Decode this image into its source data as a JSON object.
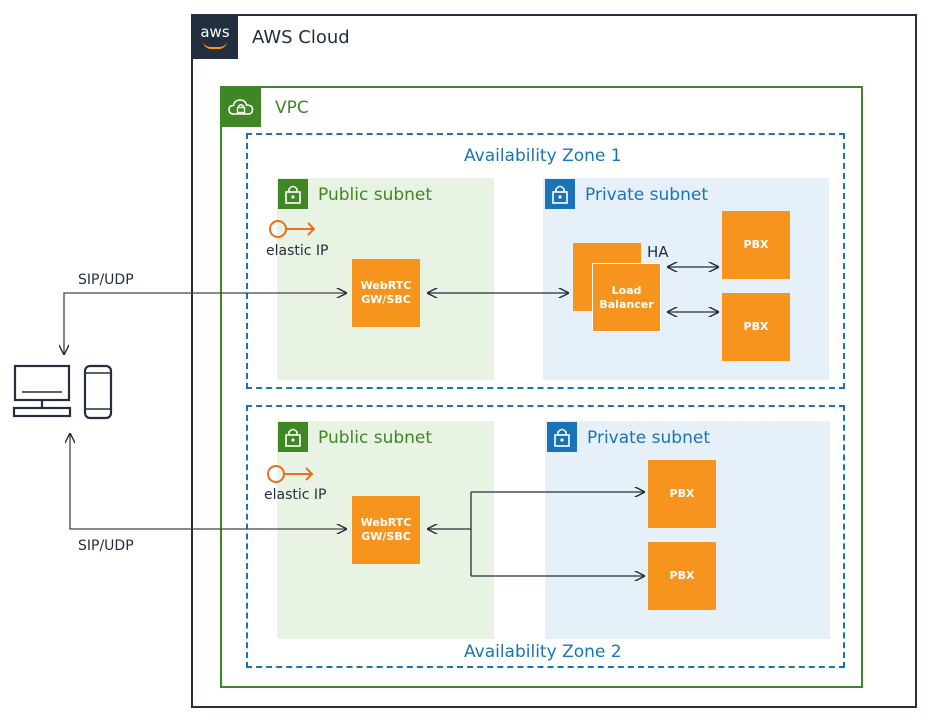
{
  "cloud": {
    "badge": "aws",
    "title": "AWS Cloud"
  },
  "vpc": {
    "title": "VPC"
  },
  "zones": [
    {
      "title": "Availability Zone 1",
      "public_subnet": {
        "title": "Public subnet",
        "eip_label": "elastic IP",
        "gateway_line1": "WebRTC",
        "gateway_line2": "GW/SBC"
      },
      "private_subnet": {
        "title": "Private subnet",
        "ha_label": "HA",
        "lb_line1": "Load",
        "lb_line2": "Balancer",
        "pbx": [
          "PBX",
          "PBX"
        ]
      }
    },
    {
      "title": "Availability Zone 2",
      "public_subnet": {
        "title": "Public subnet",
        "eip_label": "elastic IP",
        "gateway_line1": "WebRTC",
        "gateway_line2": "GW/SBC"
      },
      "private_subnet": {
        "title": "Private subnet",
        "pbx": [
          "PBX",
          "PBX"
        ]
      }
    }
  ],
  "clients": {
    "label_top": "SIP/UDP",
    "label_bottom": "SIP/UDP"
  },
  "colors": {
    "aws_dark": "#232f3e",
    "vpc_green": "#3f8624",
    "az_blue": "#1a73b8",
    "compute_orange": "#f7941d",
    "eip_orange": "#e8701a",
    "public_bg": "#e9f3e3",
    "private_bg": "#e6f0f8"
  }
}
